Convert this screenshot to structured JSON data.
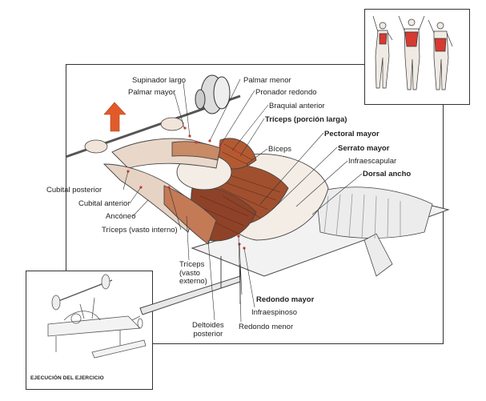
{
  "labels": {
    "supinador_largo": "Supinador largo",
    "palmar_mayor": "Palmar mayor",
    "palmar_menor": "Palmar menor",
    "pronador_redondo": "Pronador redondo",
    "braquial_anterior": "Braquial anterior",
    "triceps_porcion_larga": "Tríceps (porción larga)",
    "biceps": "Bíceps",
    "pectoral_mayor": "Pectoral mayor",
    "serrato_mayor": "Serrato mayor",
    "infraescapular": "Infraescapular",
    "dorsal_ancho": "Dorsal ancho",
    "cubital_posterior": "Cubital posterior",
    "cubital_anterior": "Cubital anterior",
    "anconeo": "Ancóneo",
    "triceps_vasto_interno": "Tríceps (vasto interno)",
    "triceps_vasto_externo": [
      "Tríceps",
      "(vasto",
      "externo)"
    ],
    "redondo_mayor": "Redondo mayor",
    "infraespinoso": "Infraespinoso",
    "deltoides_posterior": [
      "Deltoides",
      "posterior"
    ],
    "redondo_menor": "Redondo menor"
  },
  "caption": "EJECUCIÓN DEL EJERCICIO",
  "colors": {
    "muscle": "#a0502e",
    "muscle_dark": "#6b2d1a",
    "highlight": "#d63a32",
    "arrow": "#e35a2a",
    "line": "#333333"
  },
  "icons": [
    "up-arrow-icon"
  ]
}
